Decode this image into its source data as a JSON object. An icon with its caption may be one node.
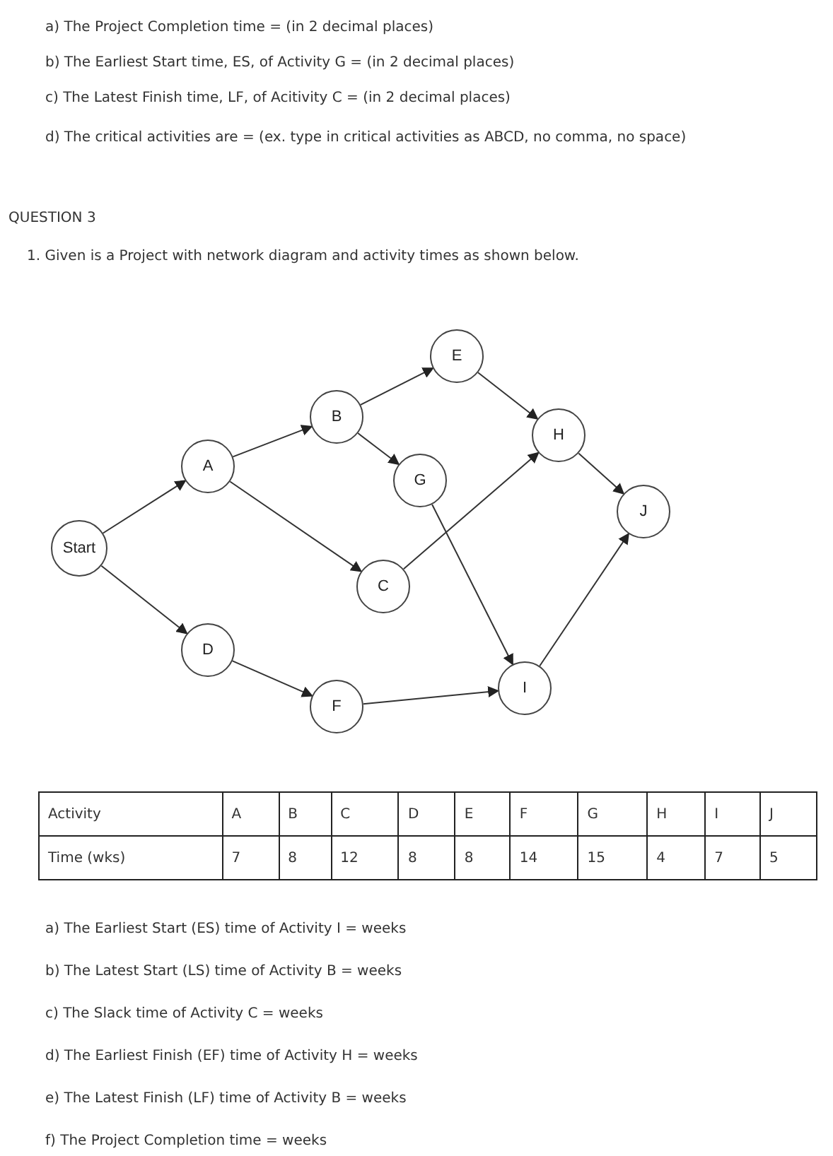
{
  "diagram": {
    "nodes": [
      {
        "text": [
          "Start"
        ]
      },
      {
        "text": [
          "A"
        ]
      },
      {
        "text": [
          "B"
        ]
      },
      {
        "text": [
          "C"
        ]
      },
      {
        "text": [
          "D"
        ]
      },
      {
        "text": [
          "E"
        ]
      },
      {
        "text": [
          "F"
        ]
      },
      {
        "text": [
          "G"
        ]
      },
      {
        "text": [
          "H"
        ]
      },
      {
        "text": [
          "I"
        ]
      },
      {
        "text": [
          "J"
        ]
      }
    ],
    "edges": [
      {
        "from": 0,
        "to": 1,
        "arrow": "to"
      },
      {
        "from": 0,
        "to": 4,
        "arrow": "to"
      },
      {
        "from": 1,
        "to": 2,
        "arrow": "to"
      },
      {
        "from": 1,
        "to": 3,
        "arrow": "to"
      },
      {
        "from": 2,
        "to": 5,
        "arrow": "to"
      },
      {
        "from": 2,
        "to": 7,
        "arrow": "to"
      },
      {
        "from": 5,
        "to": 8,
        "arrow": "to"
      },
      {
        "from": 3,
        "to": 8,
        "arrow": "to"
      },
      {
        "from": 7,
        "to": 9,
        "arrow": "to"
      },
      {
        "from": 4,
        "to": 6,
        "arrow": "to"
      },
      {
        "from": 6,
        "to": 9,
        "arrow": "to"
      },
      {
        "from": 8,
        "to": 10,
        "arrow": "to"
      },
      {
        "from": 9,
        "to": 10,
        "arrow": "to"
      }
    ],
    "labels": [
      "a) The Project Completion time = (in 2 decimal places)",
      "b) The Earliest Start time, ES, of Activity G = (in 2 decimal places)",
      "c) The Latest Finish time, LF, of Acitivity C = (in 2 decimal places)",
      "d) The critical activities are = (ex. type in critical activities as ABCD, no comma, no space)",
      "QUESTION 3",
      "1. Given is a Project with network diagram and activity times as shown below.",
      "Activity",
      "A",
      "B",
      "C",
      "D",
      "E",
      "F",
      "G",
      "H",
      "I",
      "J",
      "Time (wks)",
      "7",
      "8",
      "12",
      "8",
      "8",
      "14",
      "15",
      "4",
      "7",
      "5",
      "a) The Earliest Start (ES) time of Activity I = weeks",
      "b) The Latest Start (LS) time of Activity B = weeks",
      "c) The Slack time of Activity C = weeks",
      "d) The Earliest Finish (EF) time of Activity H = weeks",
      "e) The Latest Finish (LF) time of Activity B = weeks",
      "f) The Project Completion time = weeks"
    ]
  }
}
